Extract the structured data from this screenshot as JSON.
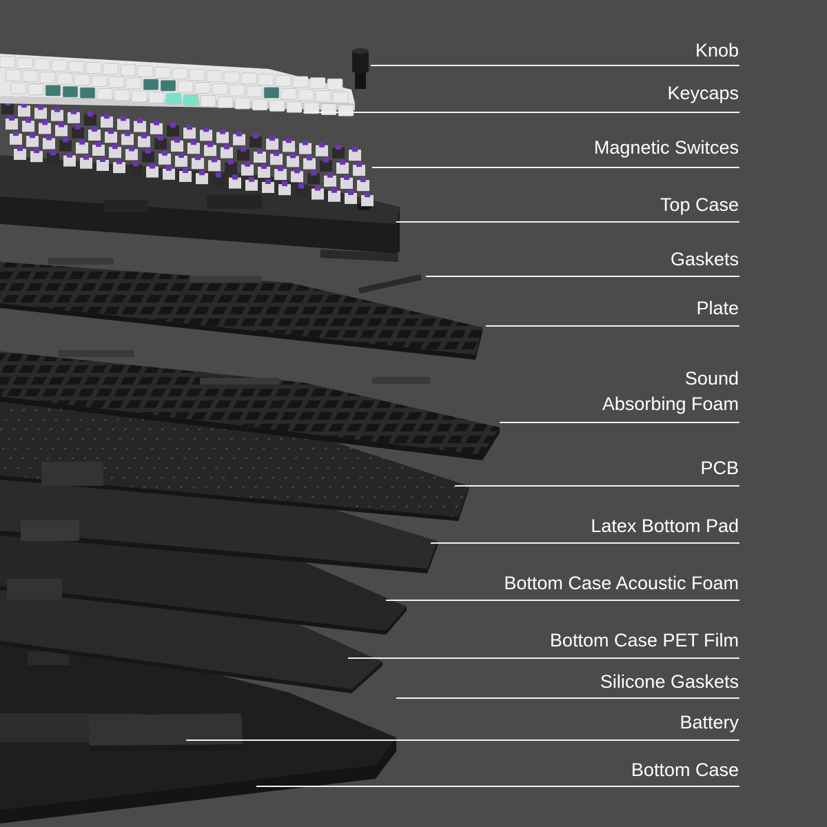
{
  "palette": {
    "background": "#4b4b4b",
    "layer_dark": "#232323",
    "layer_top": "#2e2e2e",
    "keycap_white": "#e9e9e9",
    "keycap_teal": "#3f7a74",
    "keycap_mint": "#78e3c8",
    "switch_purple": "#6d35b8",
    "leader_line": "#f2f2f2",
    "label_text": "#ffffff"
  },
  "labels": {
    "knob": "Knob",
    "keycaps": "Keycaps",
    "switches": "Magnetic Switces",
    "top_case": "Top Case",
    "gaskets": "Gaskets",
    "plate": "Plate",
    "foam_line1": "Sound",
    "foam_line2": "Absorbing Foam",
    "pcb": "PCB",
    "latex_pad": "Latex Bottom Pad",
    "acoustic_foam": "Bottom Case Acoustic Foam",
    "pet_film": "Bottom Case PET Film",
    "silicone_gaskets": "Silicone Gaskets",
    "battery": "Battery",
    "bottom_case": "Bottom Case"
  }
}
